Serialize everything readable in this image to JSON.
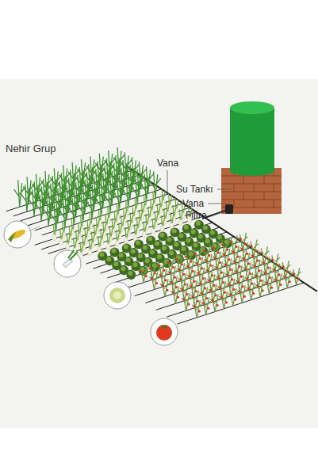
{
  "diagram": {
    "labels": [
      "Nehir Grup",
      "Vana",
      "Su Tankı",
      "Vana",
      "Filtre"
    ]
  }
}
